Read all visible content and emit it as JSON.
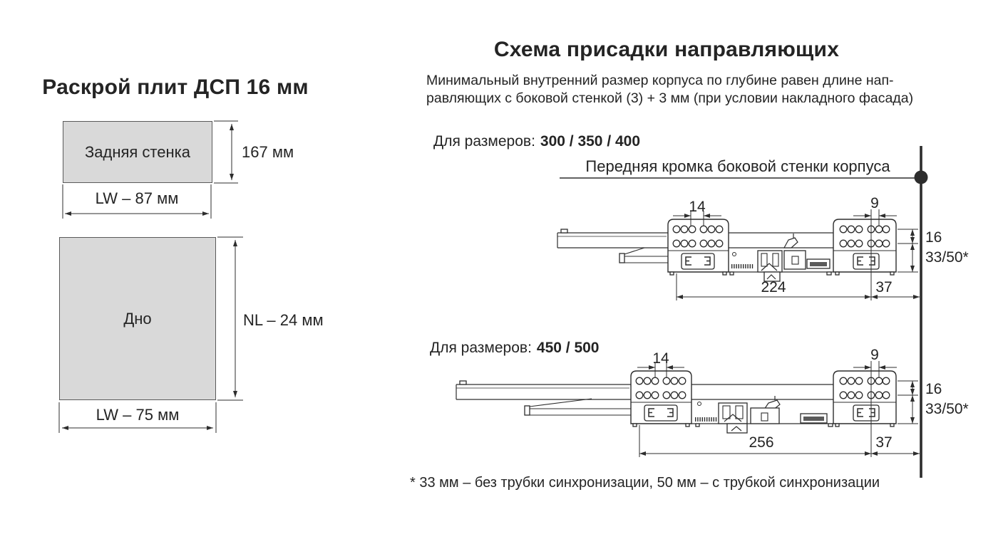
{
  "left_panel": {
    "title": "Раскрой плит ДСП 16 мм",
    "back_wall": {
      "label": "Задняя стенка",
      "height": "167 мм",
      "width": "LW – 87 мм"
    },
    "bottom": {
      "label": "Дно",
      "height": "NL – 24 мм",
      "width": "LW – 75 мм"
    }
  },
  "right_panel": {
    "title": "Схема присадки направляющих",
    "description_line1": "Минимальный внутренний размер корпуса по глубине равен длине нап-",
    "description_line2": "равляющих с боковой стенкой (3) + 3 мм (при условии накладного фасада)",
    "front_edge_label": "Передняя кромка боковой стенки корпуса",
    "section1": {
      "label": "Для размеров:",
      "sizes": "300 / 350 / 400",
      "dims": {
        "hole_pitch_front": "14",
        "hole_pitch_rear": "9",
        "hole_row_gap": "16",
        "vertical_offset": "33/50*",
        "hole_distance": "224",
        "edge_offset": "37"
      }
    },
    "section2": {
      "label": "Для размеров:",
      "sizes": "450 / 500",
      "dims": {
        "hole_pitch_front": "14",
        "hole_pitch_rear": "9",
        "hole_row_gap": "16",
        "vertical_offset": "33/50*",
        "hole_distance": "256",
        "edge_offset": "37"
      }
    },
    "footnote": "* 33 мм – без трубки синхронизации, 50 мм – с трубкой синхронизации"
  },
  "colors": {
    "panel_fill": "#d9d9d9",
    "line": "#2d2d2d"
  }
}
